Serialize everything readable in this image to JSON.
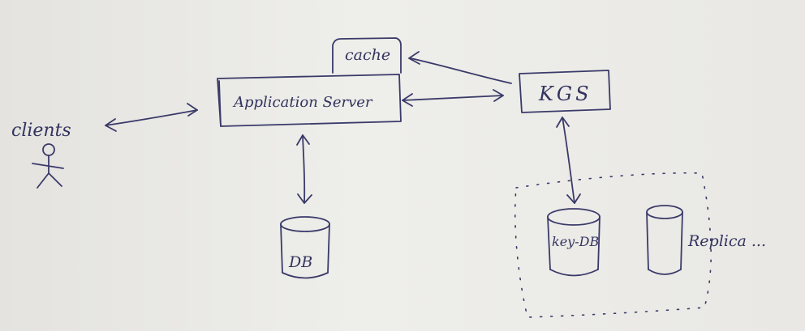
{
  "nodes": {
    "clients": "clients",
    "cache": "cache",
    "app_server": "Application Server",
    "kgs": "KGS",
    "db": "DB",
    "key_db": "key-DB",
    "replica": "Replica ..."
  },
  "colors": {
    "ink": "#3a3a6a",
    "paper": "#ebeae6"
  }
}
